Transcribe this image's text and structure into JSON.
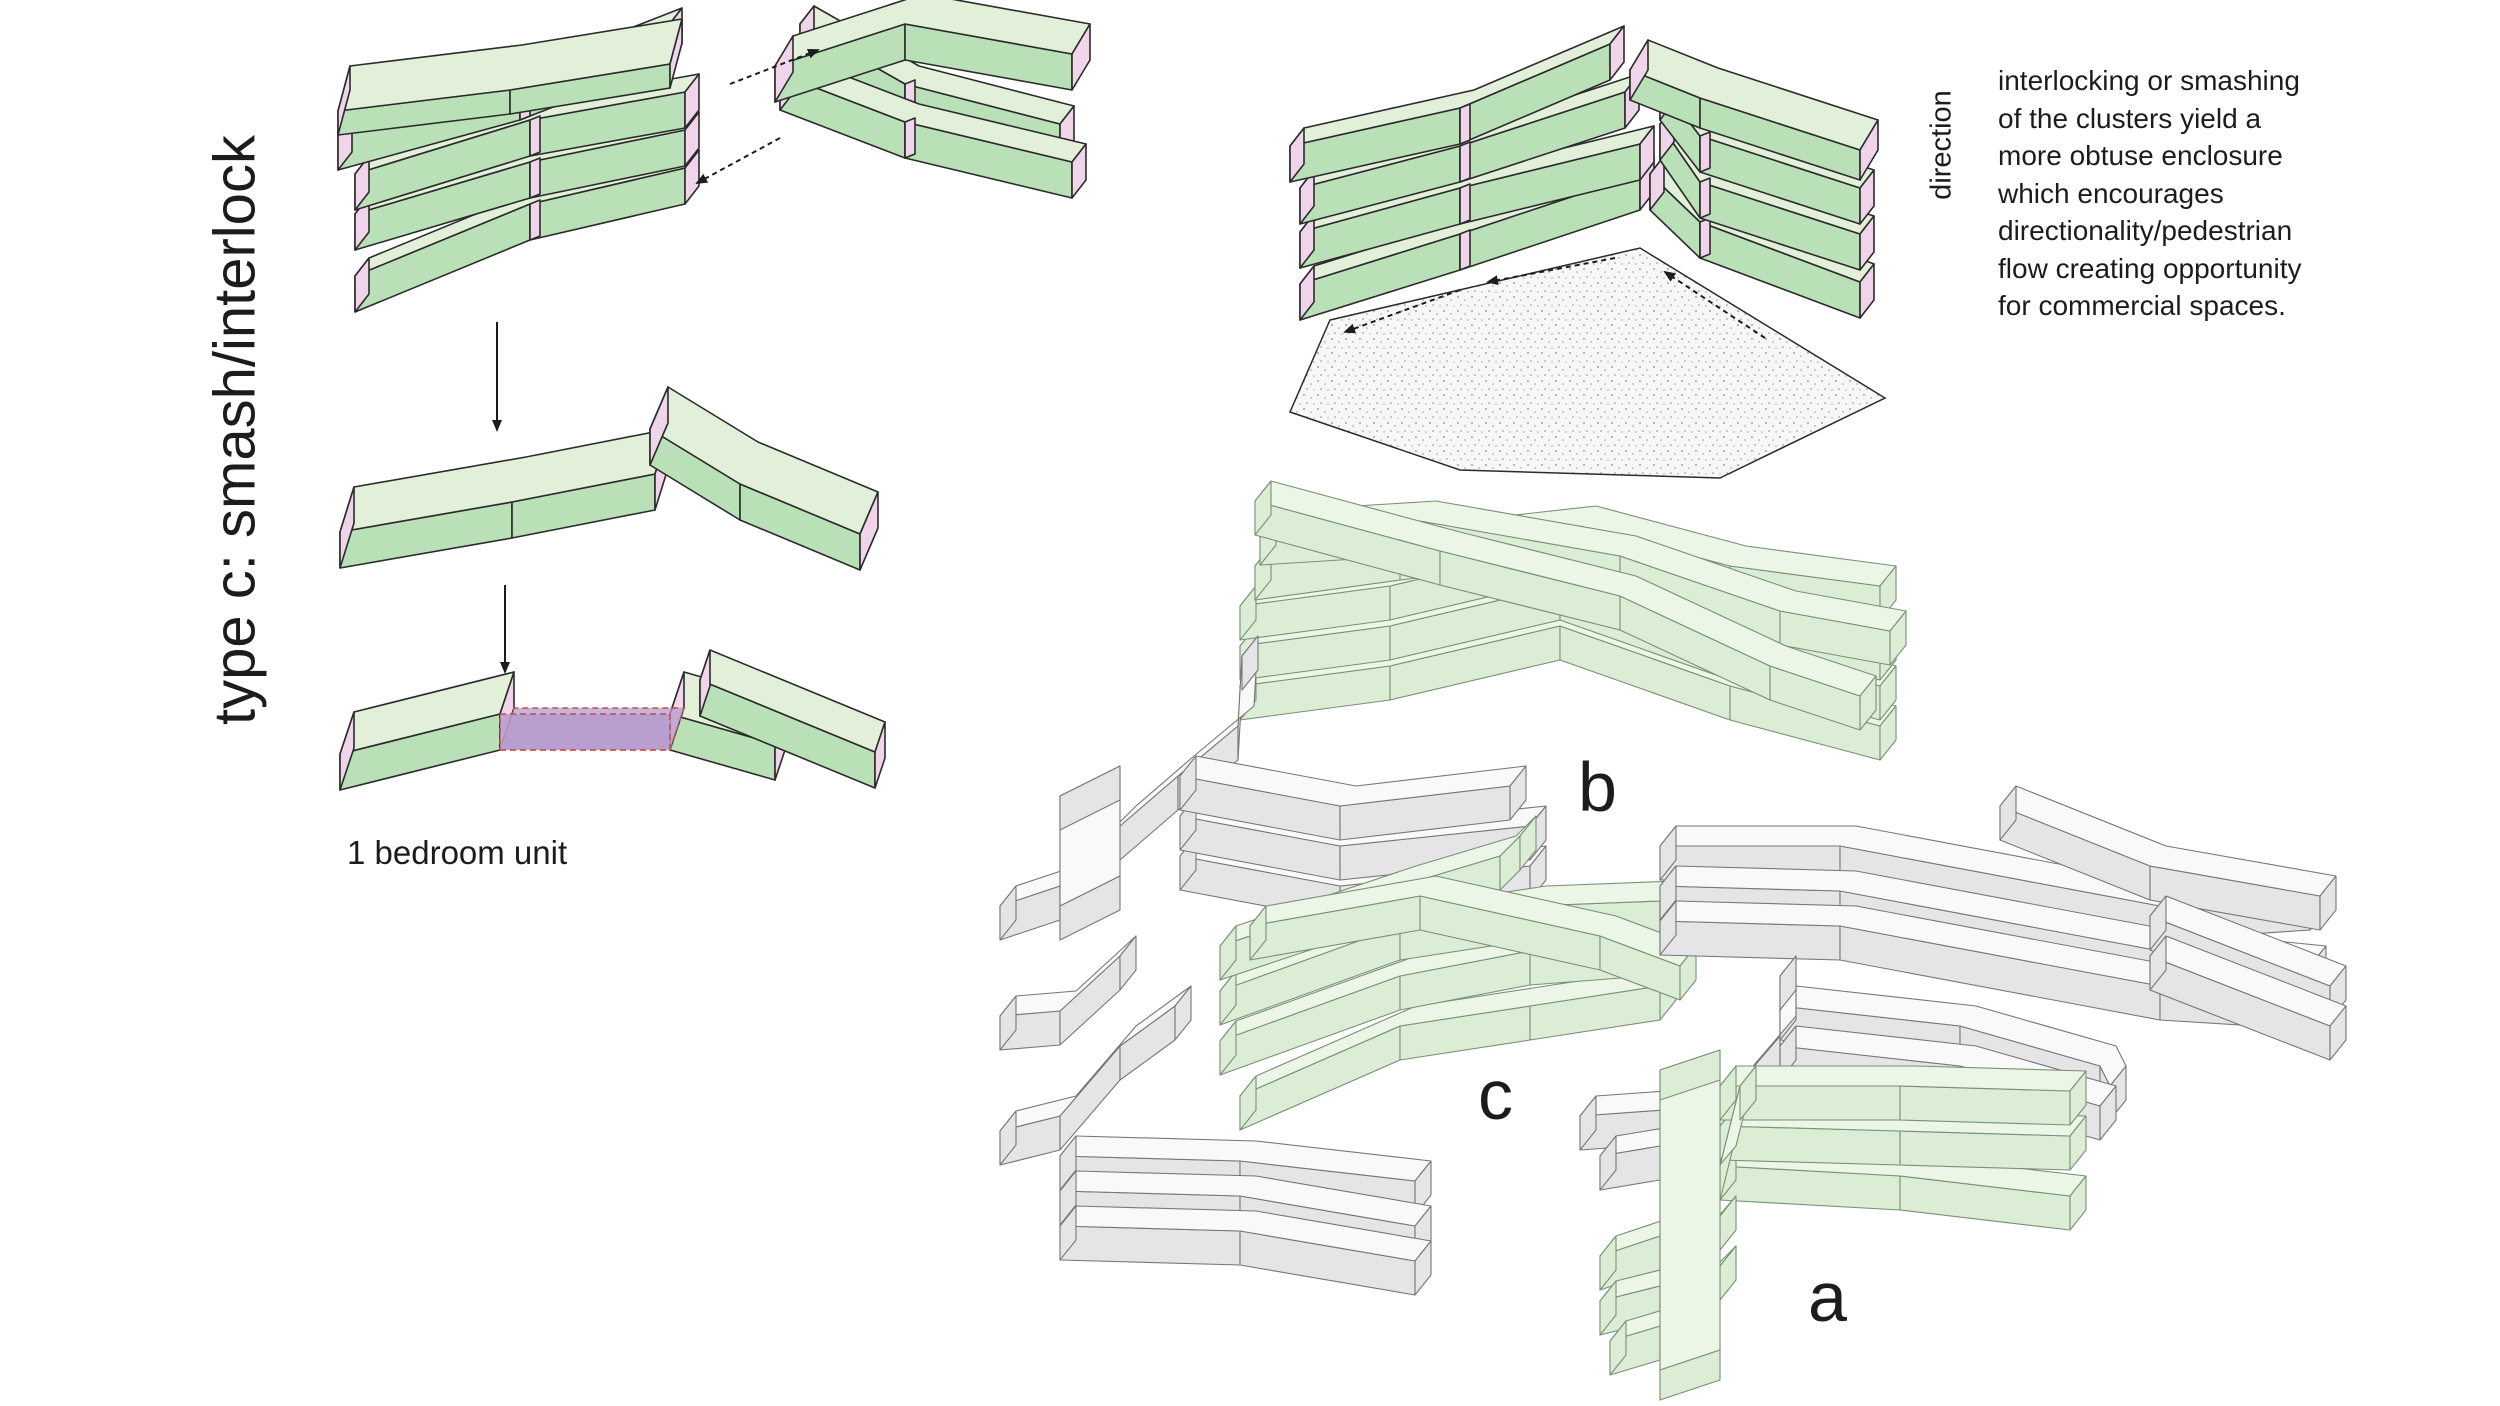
{
  "title": "type c: smash/interlock",
  "unit_caption": "1 bedroom unit",
  "direction_label": "direction",
  "description_lines": [
    "interlocking or smashing",
    "of the clusters yield a",
    "more obtuse enclosure",
    "which encourages",
    "directionality/pedestrian",
    "flow creating opportunity",
    "for commercial spaces."
  ],
  "cluster_labels": {
    "a": "a",
    "b": "b",
    "c": "c"
  },
  "colors": {
    "unit_top": "#e2f0da",
    "unit_side": "#b9e0b7",
    "unit_end": "#efd4ea",
    "overlap": "#b59bcc",
    "plaza": "#f6f6f6",
    "ghost_green_top": "#ecf6e6",
    "ghost_green_side": "#dbeed5",
    "ghost_grey_top": "#f9f9fa",
    "ghost_grey_side": "#e5e5e7",
    "line": "#2b2b2b"
  }
}
